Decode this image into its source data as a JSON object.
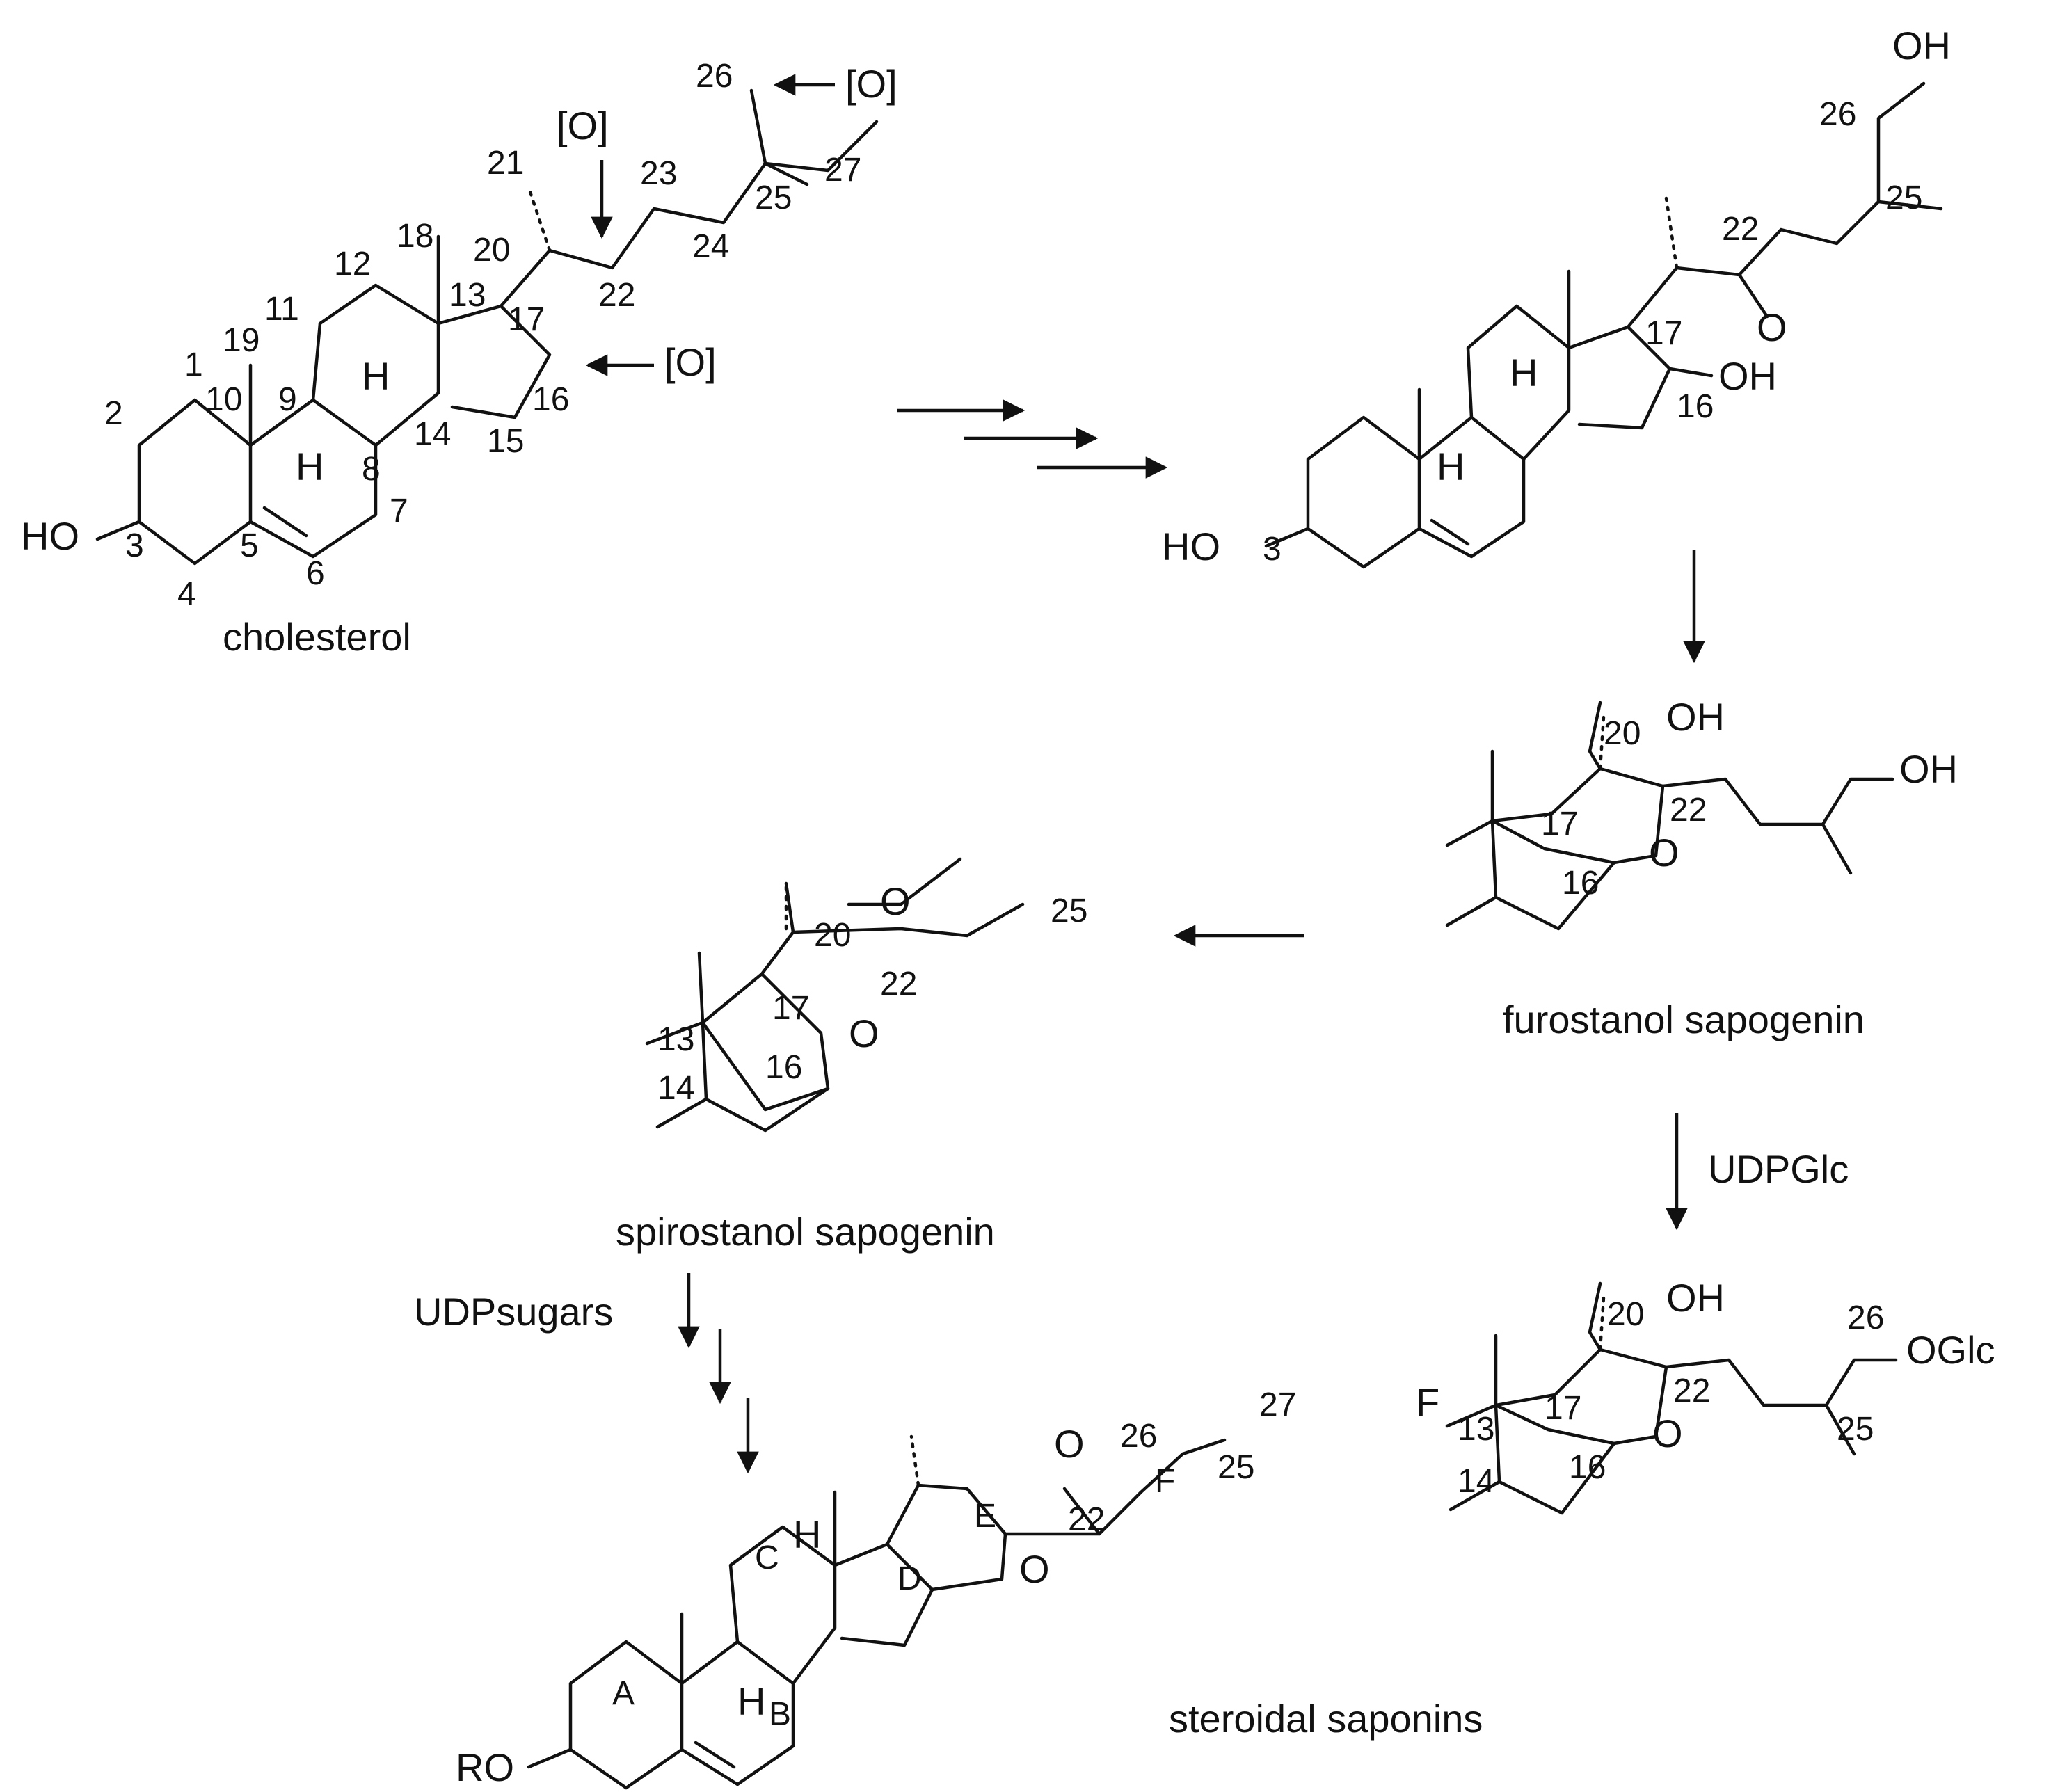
{
  "compounds": {
    "cholesterol": "cholesterol",
    "furostanol": "furostanol sapogenin",
    "spirostanol": "spirostanol sapogenin",
    "saponins": "steroidal saponins"
  },
  "reagents": {
    "udpglc": "UDPGlc",
    "udpsugars": "UDPsugars"
  },
  "oxidation_marker": "[O]",
  "atoms": {
    "ho": "HO",
    "oh": "OH",
    "o": "O",
    "h": "H",
    "ro": "RO",
    "oglc": "OGlc",
    "f": "F"
  },
  "cholesterol_numbers": [
    "1",
    "2",
    "3",
    "4",
    "5",
    "6",
    "7",
    "8",
    "9",
    "10",
    "11",
    "12",
    "13",
    "14",
    "15",
    "16",
    "17",
    "18",
    "19",
    "20",
    "21",
    "22",
    "23",
    "24",
    "25",
    "26",
    "27"
  ],
  "intermediate_numbers": [
    "22",
    "25",
    "26",
    "17",
    "16",
    "3"
  ],
  "furostanol_numbers": [
    "20",
    "22",
    "17",
    "16"
  ],
  "spirostanol_numbers": [
    "20",
    "25",
    "22",
    "17",
    "13",
    "16",
    "14"
  ],
  "glucoside_numbers": [
    "20",
    "26",
    "22",
    "17",
    "13",
    "25",
    "16",
    "14"
  ],
  "saponin_numbers": [
    "27",
    "26",
    "25",
    "22",
    "F",
    "E",
    "D",
    "C",
    "A",
    "B"
  ],
  "colors": {
    "ink": "#111111",
    "background": "#ffffff"
  }
}
